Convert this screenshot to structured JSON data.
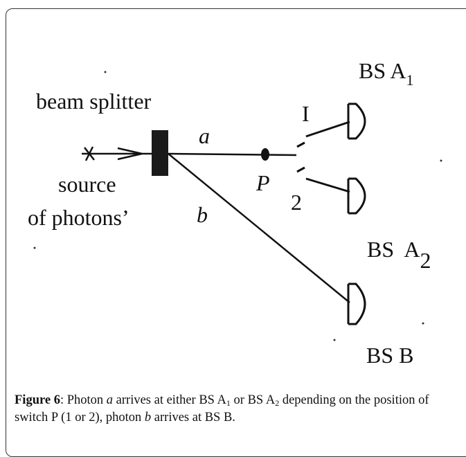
{
  "labels": {
    "bs_a1": "BS A",
    "bs_a1_sub": "1",
    "beam_splitter": "beam splitter",
    "switch_1": "I",
    "path_a": "a",
    "source_line1": "source",
    "source_line2": "of photons’",
    "switch_p": "P",
    "switch_2": "2",
    "path_b": "b",
    "bs_a2": "BS  A",
    "bs_a2_sub": "2",
    "bs_b": "BS B"
  },
  "caption": {
    "figure_label": "Figure 6",
    "t1": ": Photon ",
    "photon_a": "a",
    "t2": " arrives at either BS A",
    "sub1": "1",
    "t3": " or BS A",
    "sub2": "2",
    "t4": " depending on the position of switch P (1 or 2), photon ",
    "photon_b": "b",
    "t5": " arrives at BS B."
  }
}
